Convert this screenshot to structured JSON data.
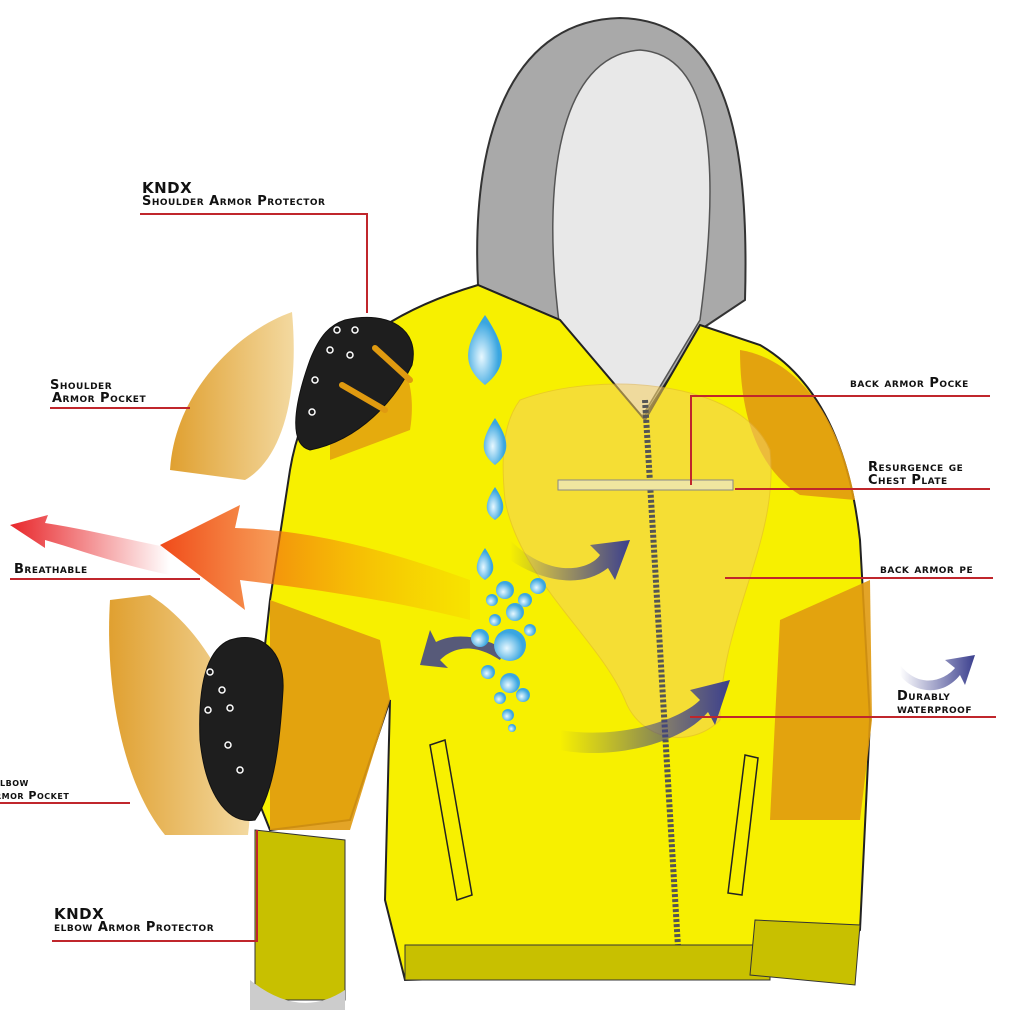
{
  "labels": {
    "shoulder_protector": {
      "brand": "KNDX",
      "text": "Shoulder Armor Protector"
    },
    "shoulder_pocket": {
      "line1": "Shoulder",
      "line2": "Armor Pocket"
    },
    "breathable": "Breathable",
    "elbow_pocket": {
      "line1": "Elbow",
      "line2": "Armor Pocket"
    },
    "elbow_protector": {
      "brand": "KNDX",
      "text": "elbow Armor Protector"
    },
    "back_armor_pocket": "back armor Pocke",
    "chest_plate": {
      "line1": "Resurgence ge",
      "line2": "Chest Plate"
    },
    "back_armor_pe": "back armor pe",
    "waterproof": {
      "line1": "Durably",
      "line2": "waterproof"
    }
  },
  "colors": {
    "jacket": "#f7f000",
    "shade": "#e09a10",
    "hood": "#a9a9a9",
    "armor": "#1e1e1e",
    "leader_line": "#c0262c",
    "breathable_arrow": "#e8262a",
    "water_arrow": "#3b3f8e"
  }
}
